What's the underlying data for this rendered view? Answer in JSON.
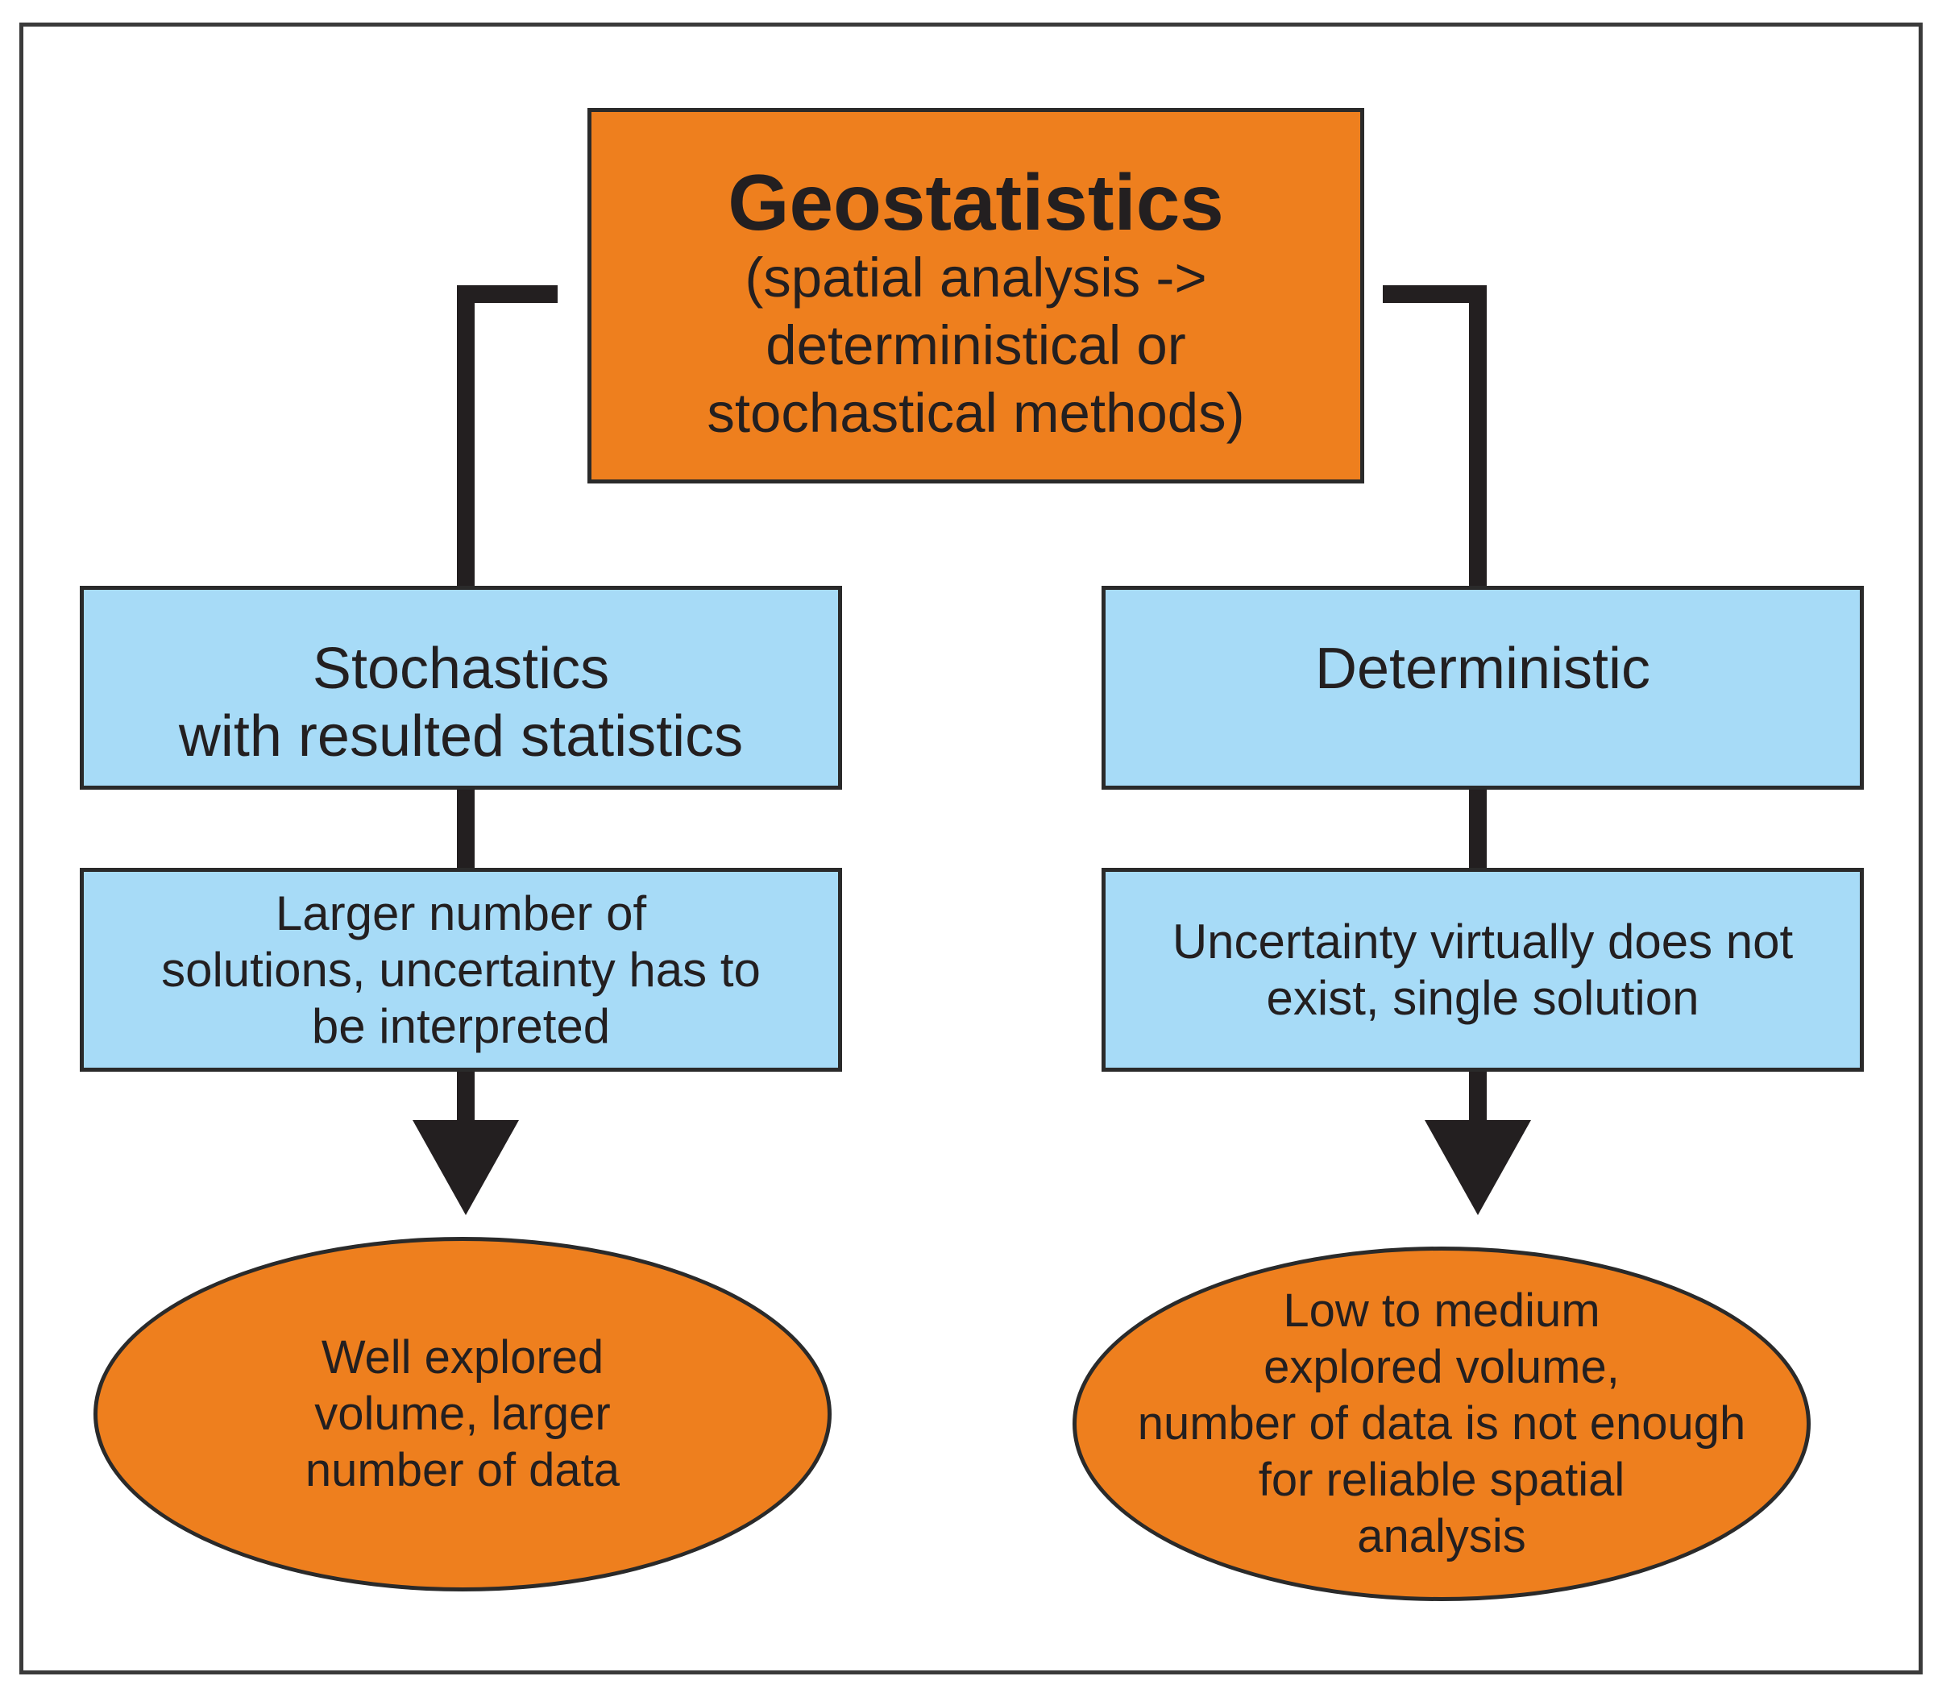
{
  "diagram": {
    "root": {
      "title": "Geostatistics",
      "subtitle": "(spatial analysis ->\ndeterministical or\nstochastical methods)"
    },
    "left_branch": {
      "method": "Stochastics\nwith resulted statistics",
      "detail": "Larger number of\nsolutions, uncertainty has to\nbe interpreted",
      "outcome": "Well explored\nvolume, larger\nnumber of data"
    },
    "right_branch": {
      "method": "Deterministic",
      "detail": "Uncertainty virtually does not\nexist, single solution",
      "outcome": "Low to medium\nexplored volume,\nnumber of data is not enough\nfor reliable spatial\nanalysis"
    },
    "colors": {
      "orange": "#ee7f1e",
      "blue": "#a7dbf7",
      "connector": "#231f20"
    }
  }
}
